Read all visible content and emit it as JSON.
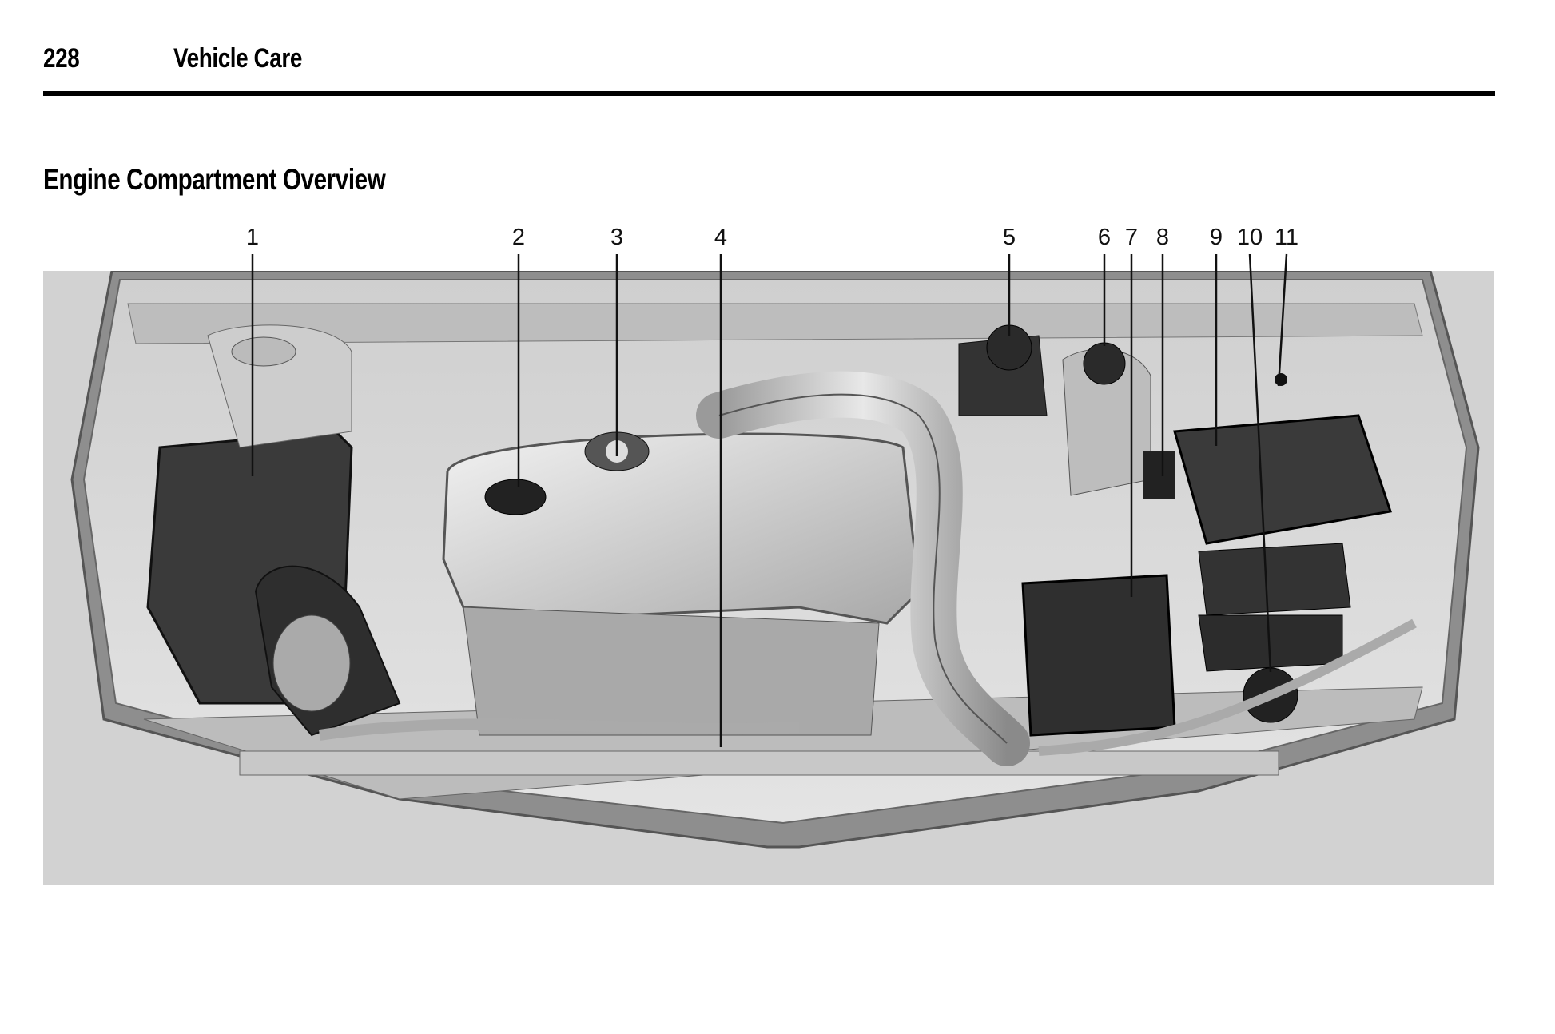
{
  "header": {
    "page_number": "228",
    "section": "Vehicle Care"
  },
  "title": "Engine Compartment Overview",
  "callouts": [
    "1",
    "2",
    "3",
    "4",
    "5",
    "6",
    "7",
    "8",
    "9",
    "10",
    "11"
  ]
}
